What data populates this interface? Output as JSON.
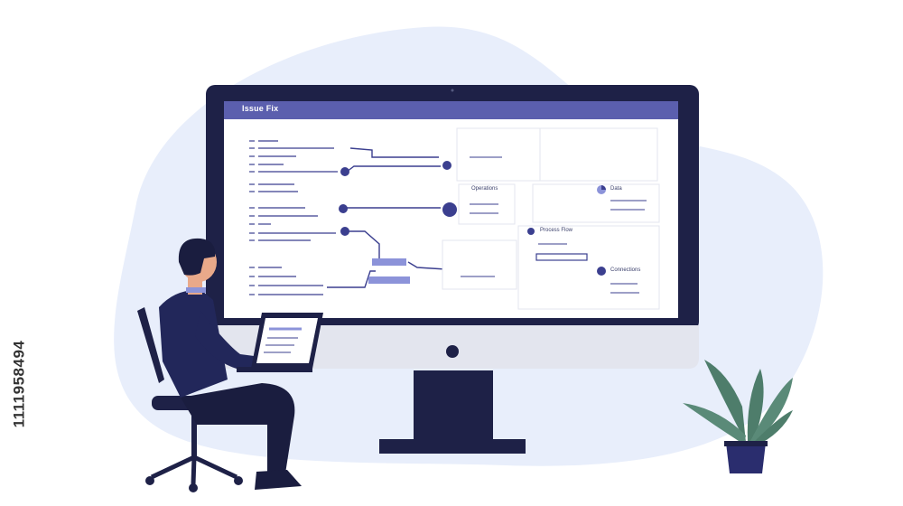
{
  "screen": {
    "title": "Issue Fix"
  },
  "labels": {
    "card_a": "Operations",
    "card_b": "Data",
    "card_c": "Process Flow",
    "card_d": "Connections"
  },
  "side_text": "1111958494",
  "colors": {
    "blob": "#e8eefb",
    "monitor_frame": "#1e2147",
    "title_bar": "#5b5fae",
    "accent": "#3b3f8f",
    "highlight": "#8c93d9",
    "plant_leaf": "#4e7d6b",
    "pot": "#2a2d6e"
  }
}
